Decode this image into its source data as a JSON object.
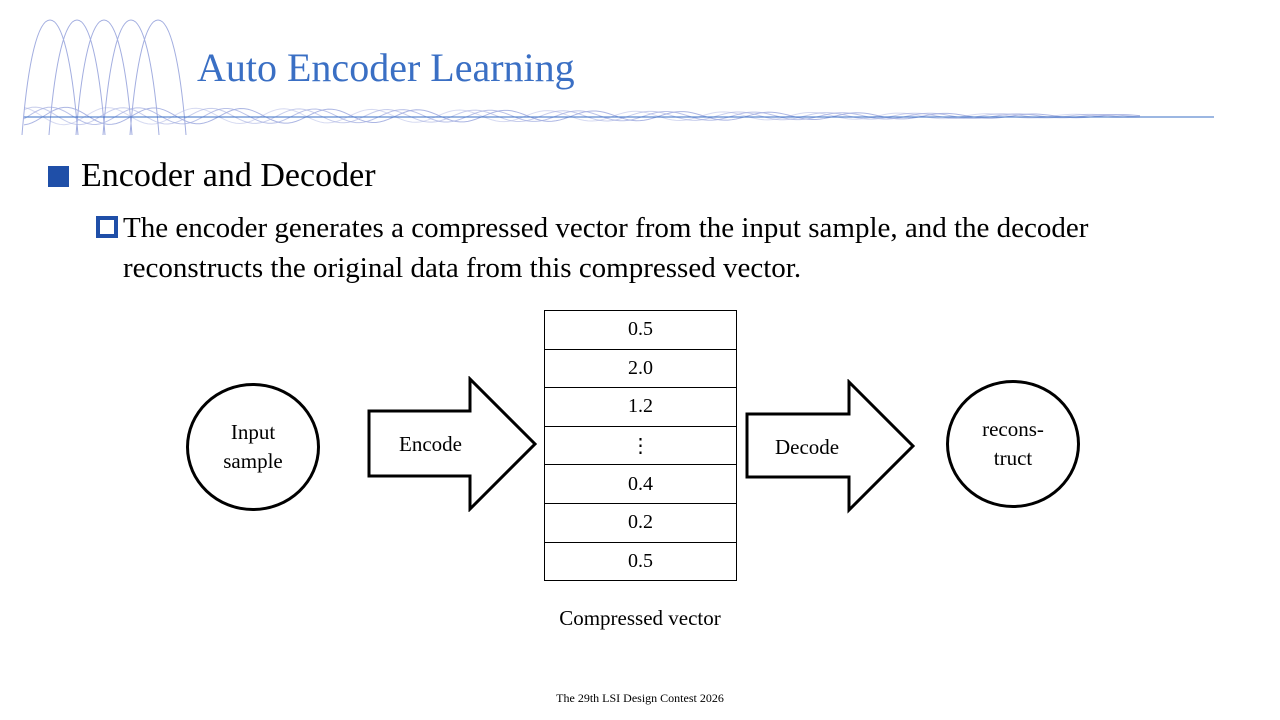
{
  "slide": {
    "title": "Auto Encoder Learning",
    "bullet": "Encoder and Decoder",
    "sub_bullet_line1": "The encoder generates a compressed  vector from the input sample,  and the decoder",
    "sub_bullet_line2": "reconstructs the original data from this compressed  vector."
  },
  "diagram": {
    "input_node": {
      "line1": "Input",
      "line2": "sample"
    },
    "encode_label": "Encode",
    "decode_label": "Decode",
    "output_node": {
      "line1": "recons-",
      "line2": "truct"
    },
    "vector_values": [
      "0.5",
      "2.0",
      "1.2",
      "⋮",
      "0.4",
      "0.2",
      "0.5"
    ],
    "vector_caption": "Compressed vector"
  },
  "footer": "The 29th LSI Design Contest 2026",
  "colors": {
    "title": "#3a6fc4",
    "bullet": "#1f4fa8",
    "decoration": "#9aa6dd",
    "rule": "#3a6fc4"
  }
}
